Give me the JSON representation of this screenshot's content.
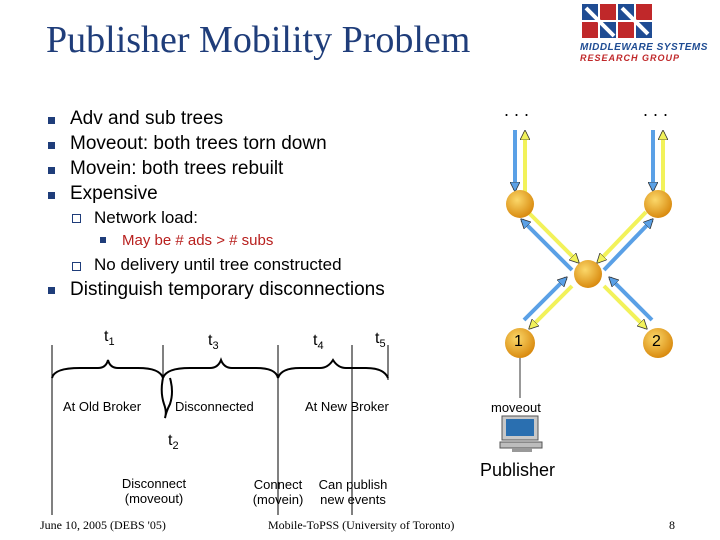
{
  "slide": {
    "title": "Publisher Mobility Problem",
    "logo": {
      "line1": "MIDDLEWARE SYSTEMS",
      "line2": "RESEARCH GROUP"
    },
    "bullets": {
      "b1": "Adv and sub trees",
      "b2": "Moveout: both trees torn down",
      "b3": "Movein: both trees rebuilt",
      "b4": "Expensive",
      "b4_1": "Network load:",
      "b4_1_1": "May be # ads > # subs",
      "b4_2": "No delivery until tree constructed",
      "b5": "Distinguish temporary disconnections"
    },
    "timeline": {
      "t1": "t",
      "t1_sub": "1",
      "t2": "t",
      "t2_sub": "2",
      "t3": "t",
      "t3_sub": "3",
      "t4": "t",
      "t4_sub": "4",
      "t5": "t",
      "t5_sub": "5",
      "phase_old": "At Old Broker",
      "phase_disc": "Disconnected",
      "phase_new": "At New Broker",
      "disconnect_l1": "Disconnect",
      "disconnect_l2": "(moveout)",
      "connect_l1": "Connect",
      "connect_l2": "(movein)",
      "canpub_l1": "Can publish",
      "canpub_l2": "new events"
    },
    "network": {
      "dots_left": ". . .",
      "dots_right": ". . .",
      "node1": "1",
      "node2": "2",
      "moveout": "moveout",
      "publisher": "Publisher"
    },
    "footer": {
      "left": "June 10, 2005 (DEBS '05)",
      "middle": "Mobile-ToPSS (University of Toronto)",
      "page": "8"
    }
  },
  "colors": {
    "title": "#1f3d7a",
    "bullet": "#1f3d7a",
    "sub_sub_text": "#b8201e",
    "node": "#e8a21a",
    "arrow_yellow": "#f2f25a",
    "arrow_blue": "#5aa0e6",
    "logo_blue": "#1f4c93",
    "logo_red": "#c0282a"
  }
}
